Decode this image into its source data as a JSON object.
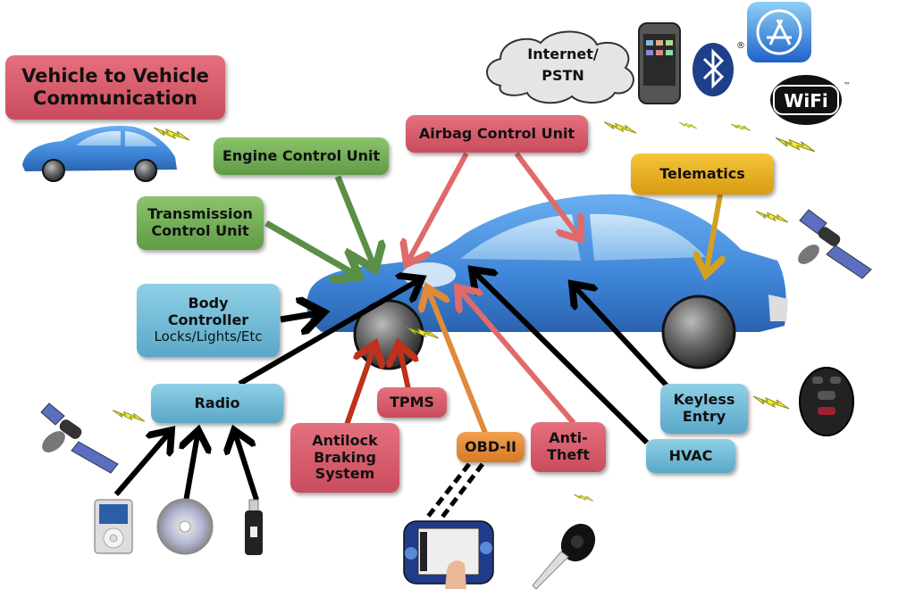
{
  "title": "Vehicle to Vehicle Communication",
  "title_lines": [
    "Vehicle to Vehicle",
    "Communication"
  ],
  "cloud": {
    "lines": [
      "Internet/",
      "PSTN"
    ]
  },
  "nodes": {
    "engine": {
      "label": "Engine Control Unit"
    },
    "transmission": {
      "lines": [
        "Transmission",
        "Control Unit"
      ]
    },
    "airbag": {
      "label": "Airbag Control Unit"
    },
    "telematics": {
      "label": "Telematics"
    },
    "body": {
      "lines": [
        "Body",
        "Controller"
      ],
      "sub": "Locks/Lights/Etc"
    },
    "radio": {
      "label": "Radio"
    },
    "tpms": {
      "label": "TPMS"
    },
    "abs": {
      "lines": [
        "Antilock",
        "Braking",
        "System"
      ]
    },
    "obd": {
      "label": "OBD-II"
    },
    "antitheft": {
      "lines": [
        "Anti-",
        "Theft"
      ]
    },
    "keyless": {
      "lines": [
        "Keyless",
        "Entry"
      ]
    },
    "hvac": {
      "label": "HVAC"
    }
  },
  "devices": {
    "wifi": {
      "text": "WiFi",
      "tm": "™"
    },
    "bluetooth": {
      "reg": "®"
    }
  },
  "colors": {
    "red": "#d65a6a",
    "green": "#6eaa52",
    "blue": "#6fb9d6",
    "yellow": "#e8b020",
    "orange": "#e38a35",
    "car_blue": "#3f86d8"
  }
}
